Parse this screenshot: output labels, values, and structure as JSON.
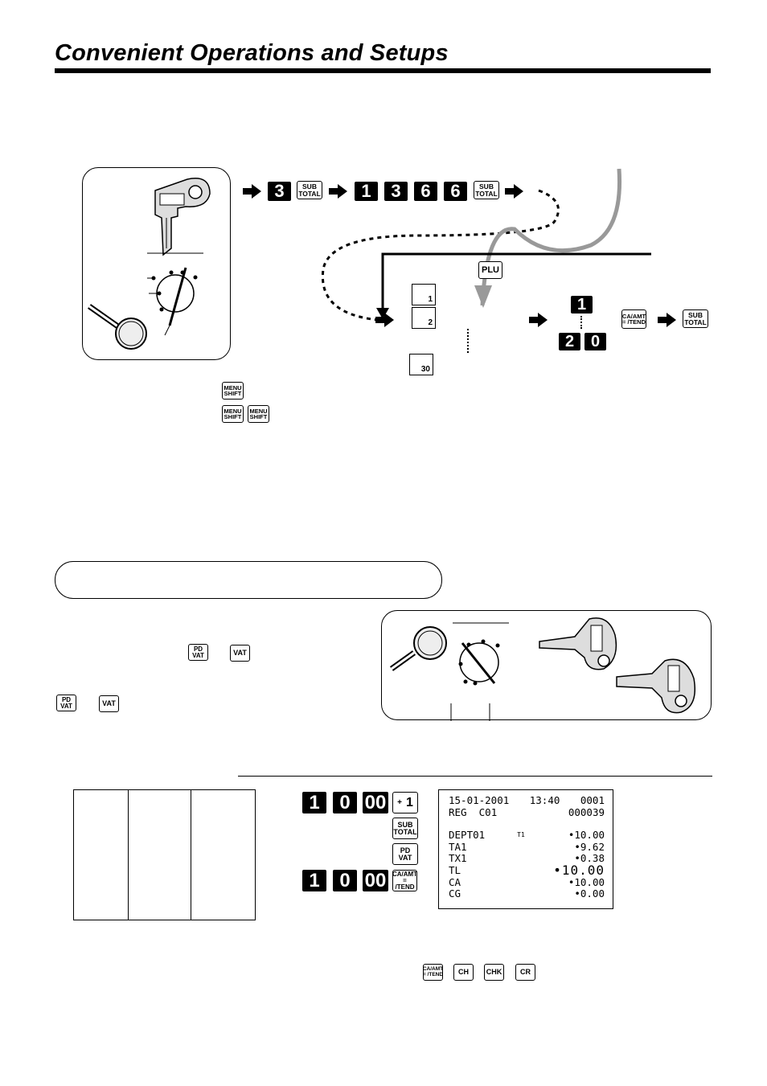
{
  "page": {
    "title": "Convenient Operations and Setups"
  },
  "program_sequence": {
    "step1_digit": "3",
    "subtotal_label": [
      "SUB",
      "TOTAL"
    ],
    "code_digits": [
      "1",
      "3",
      "6",
      "6"
    ],
    "plu_label": "PLU",
    "plu_keys": [
      "1",
      "2",
      "30"
    ],
    "number_digits": [
      "1",
      "2",
      "0"
    ],
    "ca_amt_tend_label": [
      "CA/AMT",
      "= /TEND"
    ],
    "menu_shift_label": [
      "MENU",
      "SHIFT"
    ]
  },
  "keys_line": {
    "pd_vat_label": [
      "PD",
      "VAT"
    ],
    "vat_label": "VAT"
  },
  "example_operation": {
    "digits_1": [
      "1",
      "0",
      "00"
    ],
    "plus1_label": [
      "+",
      "1"
    ],
    "subtotal_label": [
      "SUB",
      "TOTAL"
    ],
    "pd_vat_label": [
      "PD",
      "VAT"
    ],
    "digits_2": [
      "1",
      "0",
      "00"
    ],
    "ca_amt_tend_label": [
      "CA/AMT",
      "= /TEND"
    ]
  },
  "receipt": {
    "date": "15-01-2001",
    "time": "13:40",
    "consecutive": "0001",
    "mode": "REG",
    "clerk": "C01",
    "number": "000039",
    "lines": [
      {
        "label": "DEPT01",
        "mark": "T1",
        "value": "•10.00"
      },
      {
        "label": "TA1",
        "mark": "",
        "value": "•9.62"
      },
      {
        "label": "TX1",
        "mark": "",
        "value": "•0.38"
      },
      {
        "label": "TL",
        "mark": "",
        "value": "•10.00"
      },
      {
        "label": "CA",
        "mark": "",
        "value": "•10.00"
      },
      {
        "label": "CG",
        "mark": "",
        "value": "•0.00"
      }
    ]
  },
  "media_keys": [
    "CA/AMT = /TEND",
    "CH",
    "CHK",
    "CR"
  ]
}
